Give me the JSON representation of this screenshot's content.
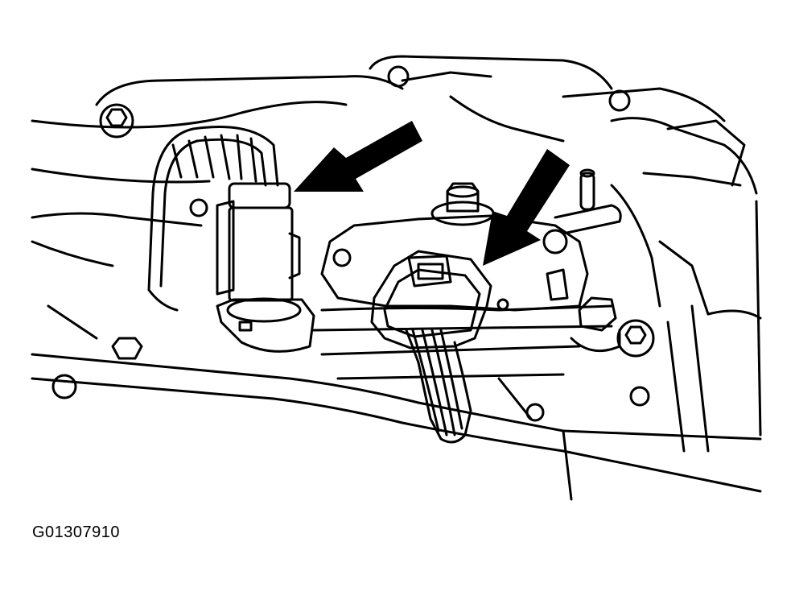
{
  "figure": {
    "code": "G01307910",
    "line_color": "#000000",
    "background_color": "#ffffff",
    "arrow_color": "#000000"
  },
  "components": [
    {
      "name": "round-harness-connector"
    },
    {
      "name": "rectangular-harness-connector"
    },
    {
      "name": "mounting-bolts"
    },
    {
      "name": "sensor-housing"
    },
    {
      "name": "callout-arrows"
    }
  ]
}
